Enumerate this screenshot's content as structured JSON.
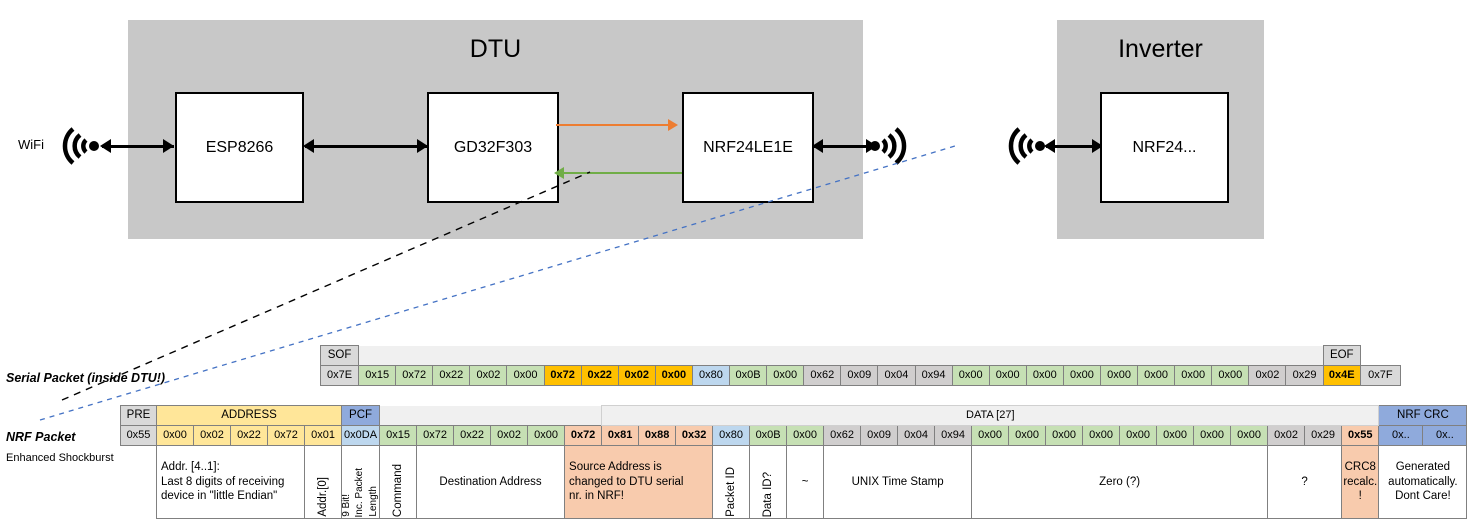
{
  "diagram": {
    "dtu": {
      "title": "DTU",
      "chips": [
        "ESP8266",
        "GD32F303",
        "NRF24LE1E"
      ],
      "wifi_label": "WiFi",
      "link_colors": {
        "tx": "#ed7d31",
        "rx": "#70ad47",
        "wire": "#000000"
      }
    },
    "inverter": {
      "title": "Inverter",
      "chips": [
        "NRF24..."
      ]
    }
  },
  "serial_packet": {
    "label": "Serial Packet (inside DTU!)",
    "headers": [
      {
        "text": "SOF",
        "span": 1,
        "style": "hdr"
      },
      {
        "text": "",
        "span": 26,
        "style": "hdr-blank"
      },
      {
        "text": "EOF",
        "span": 1,
        "style": "hdr"
      }
    ],
    "bytes": [
      {
        "v": "0x7E",
        "style": "b-gray"
      },
      {
        "v": "0x15",
        "style": "b-green"
      },
      {
        "v": "0x72",
        "style": "b-green"
      },
      {
        "v": "0x22",
        "style": "b-green"
      },
      {
        "v": "0x02",
        "style": "b-green"
      },
      {
        "v": "0x00",
        "style": "b-green"
      },
      {
        "v": "0x72",
        "style": "b-yellow"
      },
      {
        "v": "0x22",
        "style": "b-yellow"
      },
      {
        "v": "0x02",
        "style": "b-yellow"
      },
      {
        "v": "0x00",
        "style": "b-yellow"
      },
      {
        "v": "0x80",
        "style": "b-lblue"
      },
      {
        "v": "0x0B",
        "style": "b-green"
      },
      {
        "v": "0x00",
        "style": "b-green"
      },
      {
        "v": "0x62",
        "style": "b-ltgray"
      },
      {
        "v": "0x09",
        "style": "b-ltgray"
      },
      {
        "v": "0x04",
        "style": "b-ltgray"
      },
      {
        "v": "0x94",
        "style": "b-ltgray"
      },
      {
        "v": "0x00",
        "style": "b-green"
      },
      {
        "v": "0x00",
        "style": "b-green"
      },
      {
        "v": "0x00",
        "style": "b-green"
      },
      {
        "v": "0x00",
        "style": "b-green"
      },
      {
        "v": "0x00",
        "style": "b-green"
      },
      {
        "v": "0x00",
        "style": "b-green"
      },
      {
        "v": "0x00",
        "style": "b-green"
      },
      {
        "v": "0x00",
        "style": "b-green"
      },
      {
        "v": "0x02",
        "style": "b-ltgray"
      },
      {
        "v": "0x29",
        "style": "b-ltgray"
      },
      {
        "v": "0x4E",
        "style": "b-amber"
      },
      {
        "v": "0x7F",
        "style": "b-gray"
      }
    ]
  },
  "nrf_packet": {
    "label": "NRF Packet",
    "sublabel": "Enhanced Shockburst",
    "headers": [
      {
        "text": "PRE",
        "span": 1,
        "style": "hdr"
      },
      {
        "text": "ADDRESS",
        "span": 5,
        "style": "hdr-yellow"
      },
      {
        "text": "PCF",
        "span": 1,
        "style": "hdr-blue"
      },
      {
        "text": "",
        "span": 6,
        "style": "hdr-blank"
      },
      {
        "text": "DATA [27]",
        "span": 21,
        "style": "hdr-blank"
      },
      {
        "text": "NRF CRC",
        "span": 2,
        "style": "hdr-blue"
      }
    ],
    "bytes": [
      {
        "v": "0x55",
        "style": "b-gray"
      },
      {
        "v": "0x00",
        "style": "b-yellow2"
      },
      {
        "v": "0x02",
        "style": "b-yellow2"
      },
      {
        "v": "0x22",
        "style": "b-yellow2"
      },
      {
        "v": "0x72",
        "style": "b-yellow2"
      },
      {
        "v": "0x01",
        "style": "b-yellow2"
      },
      {
        "v": "0x0DA",
        "style": "b-lblue"
      },
      {
        "v": "0x15",
        "style": "b-green"
      },
      {
        "v": "0x72",
        "style": "b-green"
      },
      {
        "v": "0x22",
        "style": "b-green"
      },
      {
        "v": "0x02",
        "style": "b-green"
      },
      {
        "v": "0x00",
        "style": "b-green"
      },
      {
        "v": "0x72",
        "style": "b-orange"
      },
      {
        "v": "0x81",
        "style": "b-orange"
      },
      {
        "v": "0x88",
        "style": "b-orange"
      },
      {
        "v": "0x32",
        "style": "b-orange"
      },
      {
        "v": "0x80",
        "style": "b-lblue"
      },
      {
        "v": "0x0B",
        "style": "b-green"
      },
      {
        "v": "0x00",
        "style": "b-green"
      },
      {
        "v": "0x62",
        "style": "b-ltgray"
      },
      {
        "v": "0x09",
        "style": "b-ltgray"
      },
      {
        "v": "0x04",
        "style": "b-ltgray"
      },
      {
        "v": "0x94",
        "style": "b-ltgray"
      },
      {
        "v": "0x00",
        "style": "b-green"
      },
      {
        "v": "0x00",
        "style": "b-green"
      },
      {
        "v": "0x00",
        "style": "b-green"
      },
      {
        "v": "0x00",
        "style": "b-green"
      },
      {
        "v": "0x00",
        "style": "b-green"
      },
      {
        "v": "0x00",
        "style": "b-green"
      },
      {
        "v": "0x00",
        "style": "b-green"
      },
      {
        "v": "0x00",
        "style": "b-green"
      },
      {
        "v": "0x02",
        "style": "b-ltgray"
      },
      {
        "v": "0x29",
        "style": "b-ltgray"
      },
      {
        "v": "0x55",
        "style": "b-orange"
      },
      {
        "v": "0x..",
        "style": "b-blue"
      },
      {
        "v": "0x..",
        "style": "b-blue"
      }
    ],
    "descriptions": [
      {
        "text": "Addr. [4..1]:\nLast 8 digits of receiving\ndevice in \"little Endian\"",
        "span": 4,
        "orient": "h",
        "align": "left"
      },
      {
        "text": "Addr.[0]",
        "span": 1,
        "orient": "v"
      },
      {
        "text": "9 Bit!|Inc. Packet|Length",
        "span": 1,
        "orient": "v-multi"
      },
      {
        "text": "Command",
        "span": 1,
        "orient": "v"
      },
      {
        "text": "Destination Address",
        "span": 4,
        "orient": "h"
      },
      {
        "text": "Source Address is\nchanged to DTU serial\nnr. in NRF!",
        "span": 4,
        "orient": "h",
        "align": "left",
        "fill": "orange"
      },
      {
        "text": "Packet ID",
        "span": 1,
        "orient": "v"
      },
      {
        "text": "Data ID?",
        "span": 1,
        "orient": "v"
      },
      {
        "text": "~",
        "span": 1,
        "orient": "h"
      },
      {
        "text": "UNIX Time Stamp",
        "span": 4,
        "orient": "h"
      },
      {
        "text": "Zero (?)",
        "span": 8,
        "orient": "h"
      },
      {
        "text": "?",
        "span": 2,
        "orient": "h"
      },
      {
        "text": "CRC8\nrecalc.\n!",
        "span": 1,
        "orient": "h",
        "fill": "orange"
      },
      {
        "text": "Generated\nautomatically.\nDont Care!",
        "span": 2,
        "orient": "h"
      }
    ]
  }
}
